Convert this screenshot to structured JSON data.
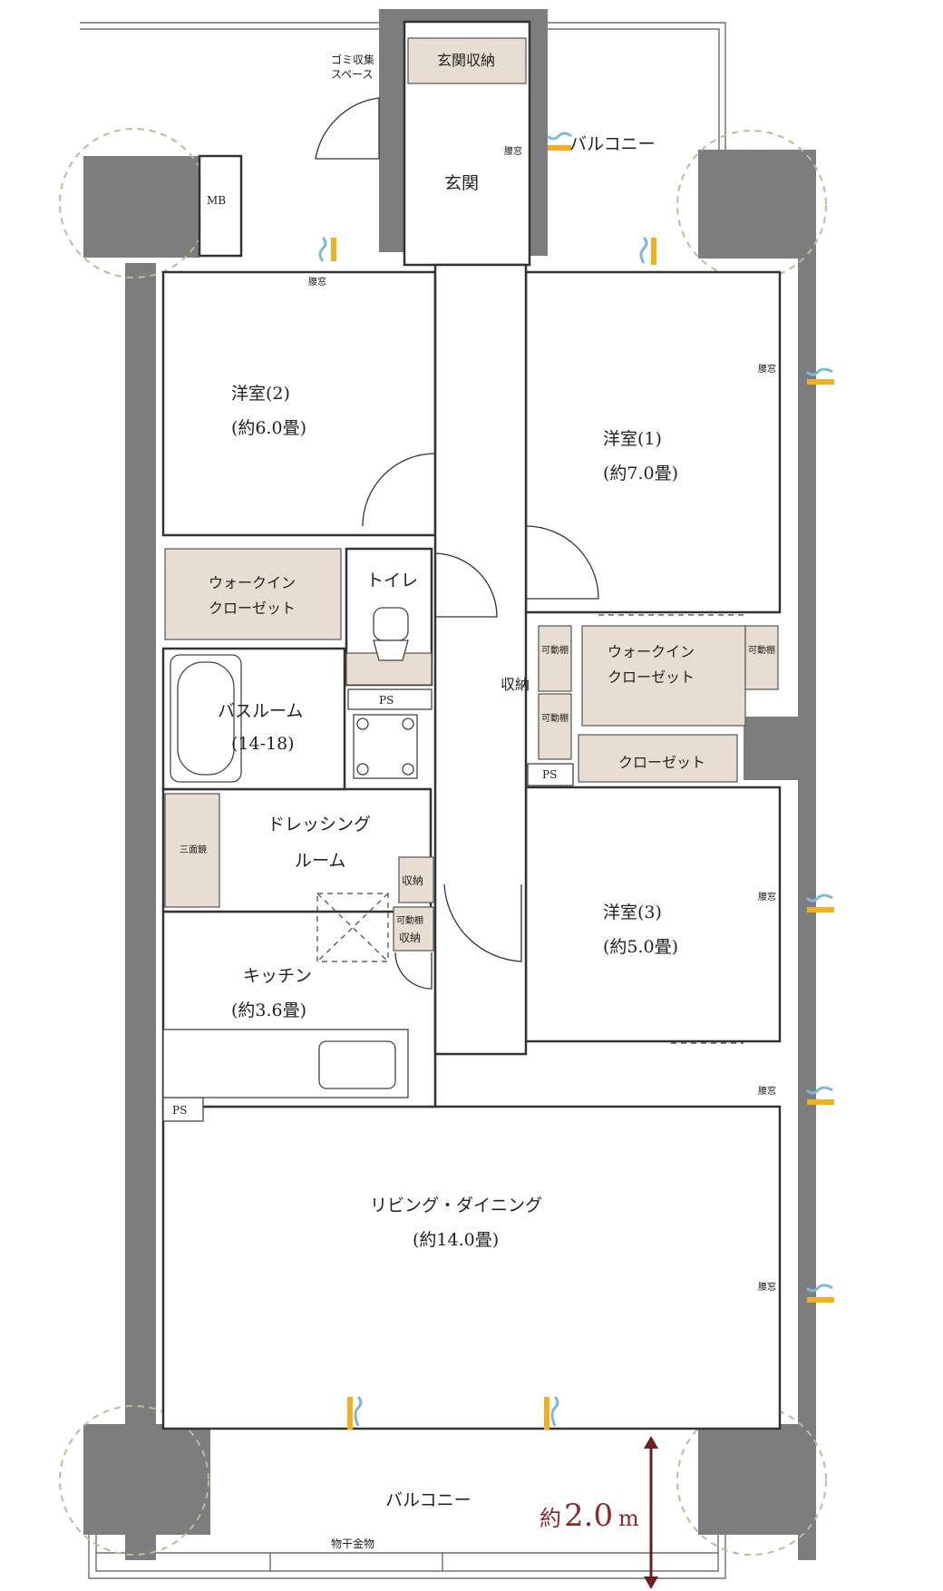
{
  "rooms": {
    "western_room_2": {
      "name": "洋室(2)",
      "size": "(約6.0畳)"
    },
    "western_room_1": {
      "name": "洋室(1)",
      "size": "(約7.0畳)"
    },
    "western_room_3": {
      "name": "洋室(3)",
      "size": "(約5.0畳)"
    },
    "entrance": {
      "name": "玄関"
    },
    "entrance_storage": {
      "name": "玄関収納"
    },
    "walkin_closet_left": {
      "line1": "ウォークイン",
      "line2": "クローゼット"
    },
    "walkin_closet_right": {
      "line1": "ウォークイン",
      "line2": "クローゼット"
    },
    "closet": {
      "name": "クローゼット"
    },
    "toilet": {
      "name": "トイレ"
    },
    "bathroom": {
      "name": "バスルーム",
      "size": "(14-18)"
    },
    "dressing_room": {
      "line1": "ドレッシング",
      "line2": "ルーム"
    },
    "kitchen": {
      "name": "キッチン",
      "size": "(約3.6畳)"
    },
    "living_dining": {
      "name": "リビング・ダイニング",
      "size": "(約14.0畳)"
    },
    "balcony_top": {
      "name": "バルコニー"
    },
    "balcony_bottom": {
      "name": "バルコニー"
    }
  },
  "labels": {
    "garbage_line1": "ゴミ収集",
    "garbage_line2": "スペース",
    "mb": "MB",
    "ps": "PS",
    "koshimado": "腰窓",
    "shelf_movable": "可動棚",
    "storage_v": "収納",
    "three_mirror": "三面鏡",
    "drying_hardware": "物干金物",
    "kadoudana_shuunou_1": "可動棚",
    "kadoudana_shuunou_2": "収納"
  },
  "dimension": {
    "prefix": "約",
    "value": "2.0",
    "unit": "m"
  },
  "colors": {
    "wall": "#7d7d7d",
    "storage_fill": "#e7ddd0",
    "column_circle": "#b8bf95",
    "dimension": "#8a2a2a",
    "vent_yellow": "#f2b01e",
    "vent_blue": "#7ab8e0"
  }
}
